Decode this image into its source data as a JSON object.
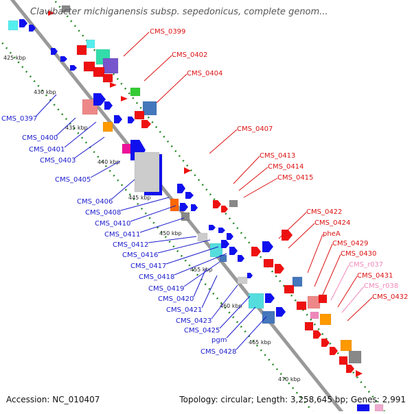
{
  "title": "Clavibacter michiganensis subsp. sepedonicus, complete genom...",
  "footer": {
    "accession": "Accession: NC_010407",
    "stats": "Topology: circular; Length: 3,258,645 bp; Genes: 2,991"
  },
  "colors": {
    "backbone": "#999999",
    "forward_strand": "#1010ee",
    "reverse_strand": "#ee1111",
    "forward_label": "#1a1acc",
    "reverse_label": "#dd1111",
    "rna_label": "#ee88bb",
    "tick_line": "#228822"
  },
  "ticks": [
    "425 kbp",
    "430 kbp",
    "435 kbp",
    "440 kbp",
    "445 kbp",
    "450 kbp",
    "455 kbp",
    "460 kbp",
    "465 kbp",
    "470 kbp"
  ],
  "labels_forward": [
    "CMS_0397",
    "CMS_0400",
    "CMS_0401",
    "CMS_0403",
    "CMS_0405",
    "CMS_0406",
    "CMS_0408",
    "CMS_0410",
    "CMS_0411",
    "CMS_0412",
    "CMS_0416",
    "CMS_0417",
    "CMS_0418",
    "CMS_0419",
    "CMS_0420",
    "CMS_0421",
    "CMS_0423",
    "CMS_0425",
    "pgm",
    "CMS_0428"
  ],
  "labels_reverse": [
    "CMS_0399",
    "CMS_0402",
    "CMS_0404",
    "CMS_0407",
    "CMS_0413",
    "CMS_0414",
    "CMS_0415",
    "CMS_0422",
    "CMS_0424",
    "pheA",
    "CMS_0429",
    "CMS_0430",
    "CMS_r037",
    "CMS_0431",
    "CMS_r038",
    "CMS_0432"
  ],
  "rna_labels": [
    "CMS_r037",
    "CMS_r038"
  ]
}
